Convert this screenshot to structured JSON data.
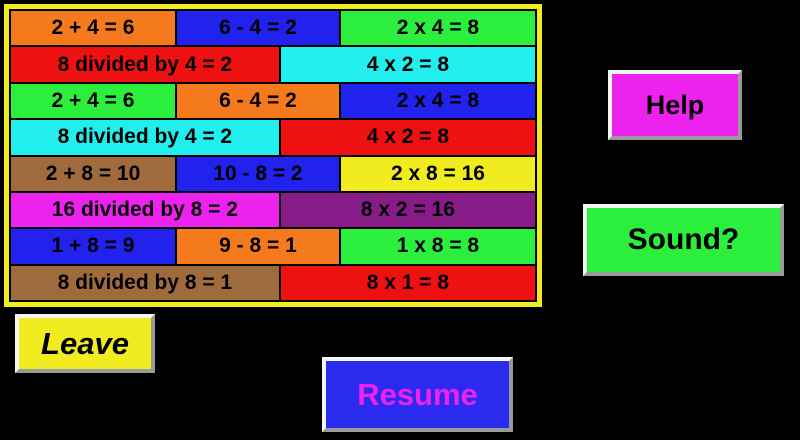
{
  "colors": {
    "background": "#000000",
    "panel_border": "#F0EC20",
    "tile_text": "#000000"
  },
  "board": {
    "rows": [
      {
        "cells": [
          {
            "text": "2 + 4 = 6",
            "bg": "#F5791D"
          },
          {
            "text": "6 - 4 = 2",
            "bg": "#2222EE"
          },
          {
            "text": "2 x 4 = 8",
            "bg": "#2CEE3C"
          }
        ]
      },
      {
        "cells": [
          {
            "text": "8 divided by 4 = 2",
            "bg": "#EE1111"
          },
          {
            "text": "4 x 2 = 8",
            "bg": "#22EEEE"
          }
        ]
      },
      {
        "cells": [
          {
            "text": "2 + 4 = 6",
            "bg": "#2CEE3C"
          },
          {
            "text": "6 - 4 = 2",
            "bg": "#F5791D"
          },
          {
            "text": "2 x 4 = 8",
            "bg": "#2222EE"
          }
        ]
      },
      {
        "cells": [
          {
            "text": "8 divided by 4 = 2",
            "bg": "#22EEEE"
          },
          {
            "text": "4 x 2 = 8",
            "bg": "#EE1111"
          }
        ]
      },
      {
        "cells": [
          {
            "text": "2 + 8 = 10",
            "bg": "#A06B3C"
          },
          {
            "text": "10 - 8 = 2",
            "bg": "#2222EE"
          },
          {
            "text": "2 x 8 = 16",
            "bg": "#F0EC20"
          }
        ]
      },
      {
        "cells": [
          {
            "text": "16 divided by 8 = 2",
            "bg": "#EE22EE"
          },
          {
            "text": "8 x 2 = 16",
            "bg": "#871B87"
          }
        ]
      },
      {
        "cells": [
          {
            "text": "1 + 8 = 9",
            "bg": "#2222EE"
          },
          {
            "text": "9 - 8 = 1",
            "bg": "#F5791D"
          },
          {
            "text": "1 x 8 = 8",
            "bg": "#2CEE3C"
          }
        ]
      },
      {
        "cells": [
          {
            "text": "8 divided by 8 = 1",
            "bg": "#A06B3C"
          },
          {
            "text": "8 x 1 = 8",
            "bg": "#EE1111"
          }
        ]
      }
    ]
  },
  "buttons": {
    "help": {
      "label": "Help",
      "bg": "#EE22EE",
      "fg": "#000000"
    },
    "sound": {
      "label": "Sound?",
      "bg": "#2CEE3C",
      "fg": "#000000"
    },
    "leave": {
      "label": "Leave",
      "bg": "#F0EC20",
      "fg": "#000000"
    },
    "resume": {
      "label": "Resume",
      "bg": "#2B2BF0",
      "fg": "#EE22EE"
    }
  }
}
